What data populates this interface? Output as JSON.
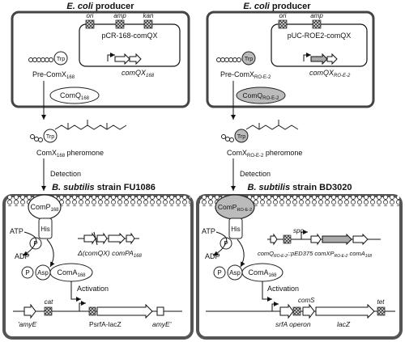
{
  "left": {
    "producer_title_species": "E. coli",
    "producer_title_rest": " producer",
    "ori": "ori",
    "amp": "amp",
    "kan": "kan",
    "plasmid": "pCR-168-comQX",
    "trp": "Trp",
    "pre_comx_base": "Pre-ComX",
    "pre_comx_sub": "168",
    "comqx_gene_base": "comQX",
    "comqx_gene_sub": "168",
    "comq": "ComQ",
    "comq_sub": "168",
    "pheromone_base": "ComX",
    "pheromone_sub": "168",
    "pheromone_rest": " pheromone",
    "detection": "Detection",
    "strain_species": "B. subtilis",
    "strain_rest": " strain FU1086",
    "comp": "ComP",
    "comp_sub": "168",
    "his": "His",
    "atp": "ATP",
    "adp": "ADP",
    "p": "P",
    "asp": "Asp",
    "coma": "ComA",
    "coma_sub": "168",
    "delta_text": "Δ(comQX) comPA",
    "delta_sub": "168",
    "activation": "Activation",
    "cat": "cat",
    "amyE": "'amyE",
    "promoter": "PsrfA-lacZ",
    "amyE2": "amyE'"
  },
  "right": {
    "producer_title_species": "E. coli",
    "producer_title_rest": " producer",
    "ori": "ori",
    "amp": "amp",
    "plasmid": "pUC-ROE2-comQX",
    "trp": "Trp",
    "pre_comx_base": "Pre-ComX",
    "pre_comx_sub": "RO-E-2",
    "comqx_gene_base": "comQX",
    "comqx_gene_sub": "RO-E-2",
    "comq": "ComQ",
    "comq_sub": "RO-E-2",
    "pheromone_base": "ComX",
    "pheromone_sub": "RO-E-2",
    "pheromone_rest": " pheromone",
    "detection": "Detection",
    "strain_species": "B. subtilis",
    "strain_rest": " strain BD3020",
    "comp": "ComP",
    "comp_sub": "RO-E-2",
    "his": "His",
    "atp": "ATP",
    "adp": "ADP",
    "p": "P",
    "asp": "Asp",
    "coma": "ComA",
    "coma_sub": "168",
    "spc": "spc",
    "gene_line_a": "comQ",
    "gene_line_a_sub": "RO-E-2",
    "gene_line_b": "::pED375 comXP",
    "gene_line_b_sub": "RO-E-2",
    "gene_line_c": " comA",
    "gene_line_c_sub": "168",
    "activation": "Activation",
    "comS": "comS",
    "tet": "tet",
    "srfa": "srfA operon",
    "lacz": "lacZ"
  }
}
